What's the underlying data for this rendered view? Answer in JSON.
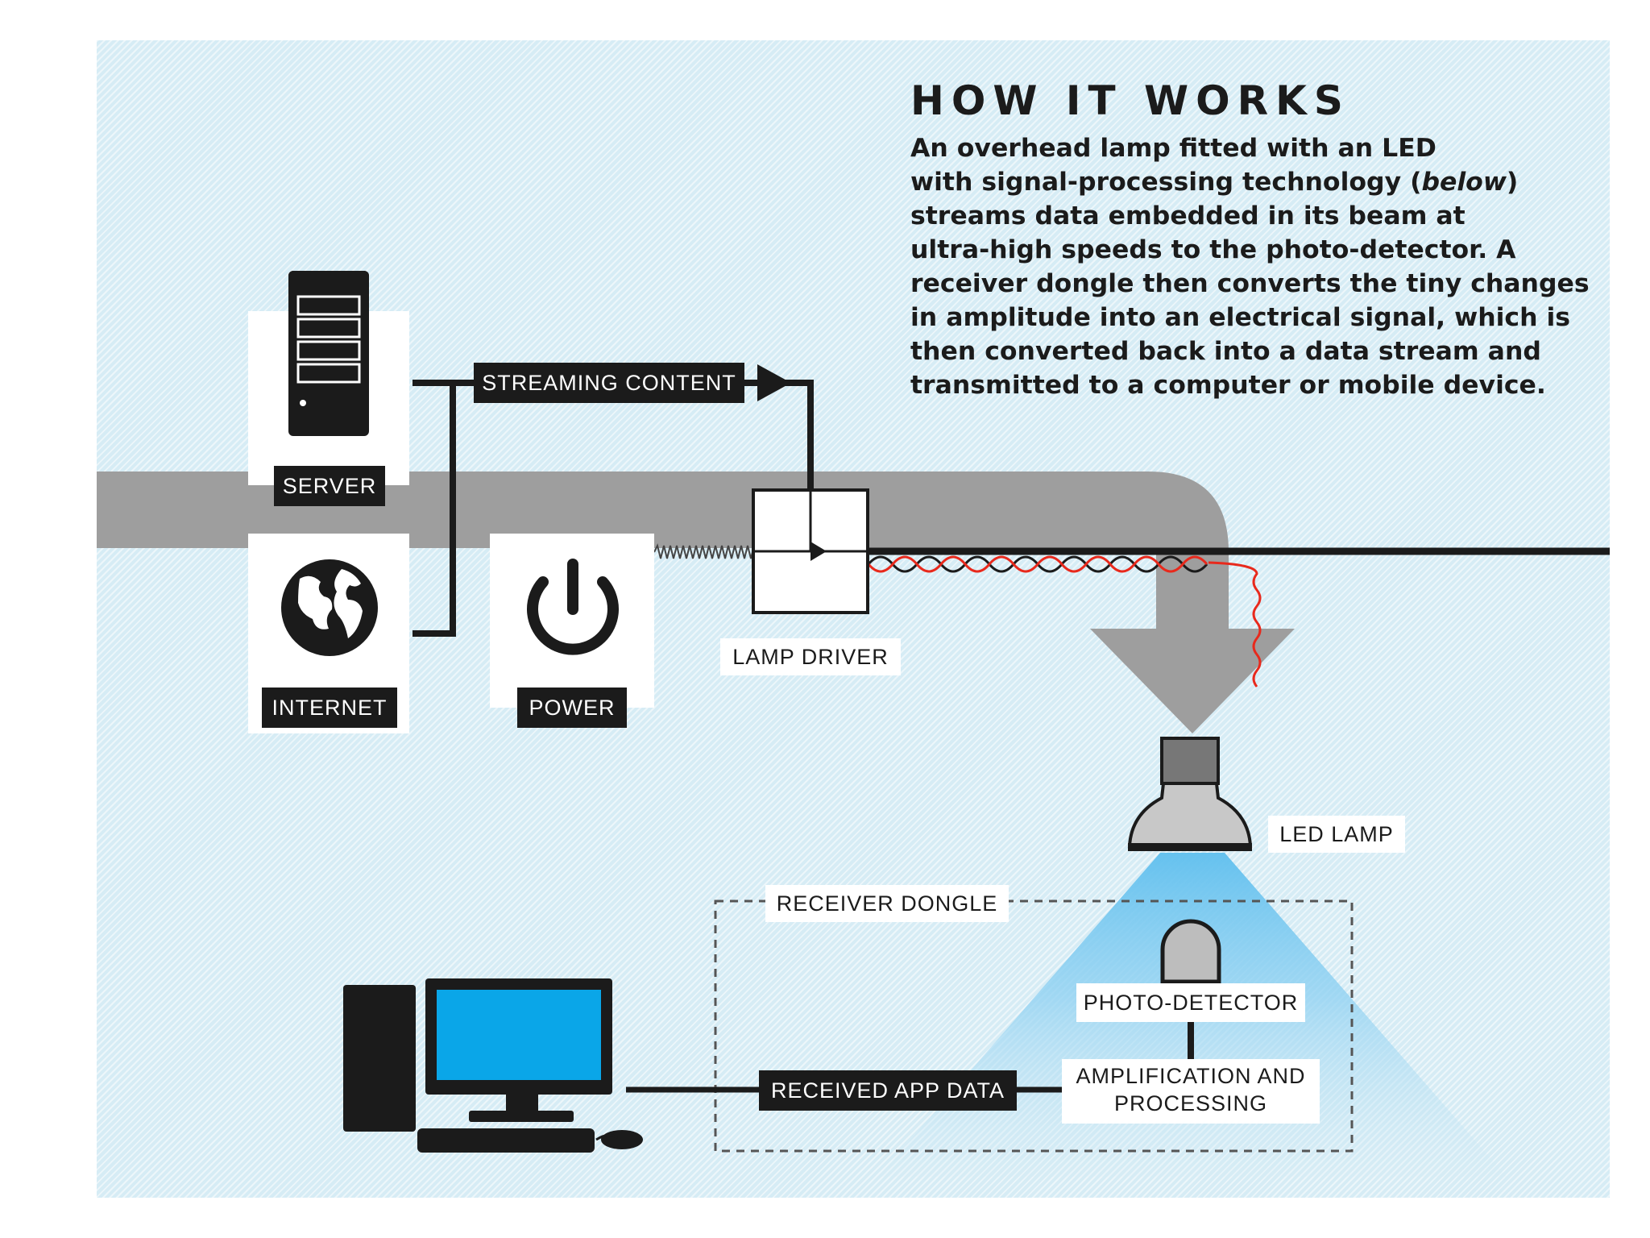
{
  "title": "HOW IT WORKS",
  "description": {
    "line1": "An overhead lamp fitted with an LED",
    "line2_pre": "with signal-processing technology (",
    "line2_em": "below",
    "line2_post": ")",
    "line3": "streams data embedded in its beam at",
    "line4": "ultra-high speeds to the photo-detector. A",
    "line5": "receiver dongle then converts the tiny changes",
    "line6": "in amplitude into an electrical signal, which is",
    "line7": "then converted back into a data stream and",
    "line8": "transmitted to a computer or mobile device."
  },
  "labels": {
    "server": "SERVER",
    "internet": "INTERNET",
    "power": "POWER",
    "streaming_content": "STREAMING CONTENT",
    "lamp_driver": "LAMP DRIVER",
    "led_lamp": "LED LAMP",
    "receiver_dongle": "RECEIVER DONGLE",
    "photo_detector": "PHOTO-DETECTOR",
    "amplification_line1": "AMPLIFICATION AND",
    "amplification_line2": "PROCESSING",
    "received_app_data": "RECEIVED APP DATA"
  },
  "colors": {
    "background": "#d6ecf5",
    "ink": "#1b1b1b",
    "conduit": "#9e9e9e",
    "signal": "#e8291c",
    "light_beam": "#5fbfee",
    "screen": "#0aa6e8"
  }
}
